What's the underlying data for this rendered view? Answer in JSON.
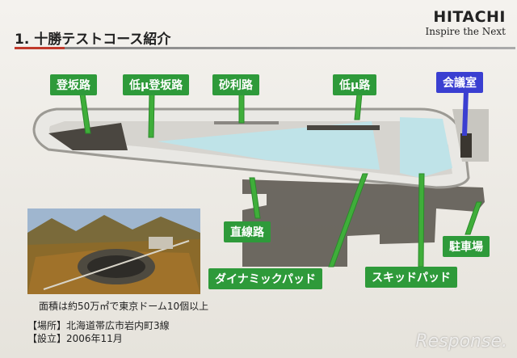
{
  "slide": {
    "title": "1. 十勝テストコース紹介"
  },
  "logo": {
    "name": "HITACHI",
    "tagline": "Inspire the Next"
  },
  "map_labels": {
    "hill_road": "登坂路",
    "low_mu_hill": "低μ登坂路",
    "gravel_road": "砂利路",
    "low_mu_road": "低μ路",
    "meeting_room": "会議室",
    "straight_road": "直線路",
    "dynamic_pad": "ダイナミックパッド",
    "skid_pad": "スキッドパッド",
    "parking": "駐車場"
  },
  "captions": {
    "area": "面積は約50万㎡で東京ドーム10個以上",
    "location": "【場所】北海道帯広市岩内町3線",
    "established": "【設立】2006年11月"
  },
  "watermark": "Response.",
  "colors": {
    "label_green": "#2e9a3a",
    "label_blue": "#3a3fd1",
    "course_light": "#bfe3e8",
    "course_dark": "#5e5a52",
    "pointer_green": "#3fae3a"
  }
}
